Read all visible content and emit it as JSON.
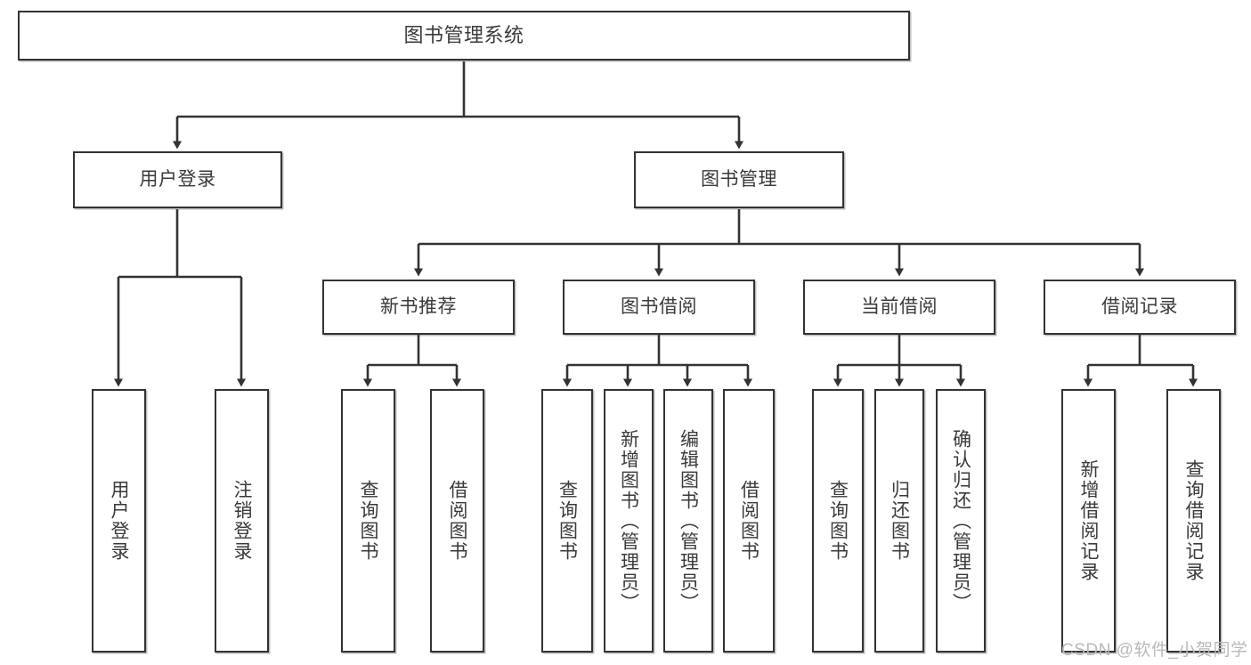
{
  "diagram": {
    "title": "图书管理系统",
    "type": "tree-hierarchy-chart",
    "root": {
      "label": "图书管理系统"
    },
    "level2": [
      {
        "label": "用户登录"
      },
      {
        "label": "图书管理"
      }
    ],
    "level3": [
      {
        "label": "新书推荐"
      },
      {
        "label": "图书借阅"
      },
      {
        "label": "当前借阅"
      },
      {
        "label": "借阅记录"
      }
    ],
    "leaves_user_login": [
      {
        "label": "用户登录"
      },
      {
        "label": "注销登录"
      }
    ],
    "leaves_new_book": [
      {
        "label": "查询图书"
      },
      {
        "label": "借阅图书"
      }
    ],
    "leaves_borrow": [
      {
        "label": "查询图书"
      },
      {
        "label": "新增图书（管理员）"
      },
      {
        "label": "编辑图书（管理员）"
      },
      {
        "label": "借阅图书"
      }
    ],
    "leaves_current": [
      {
        "label": "查询图书"
      },
      {
        "label": "归还图书"
      },
      {
        "label": "确认归还（管理员）"
      }
    ],
    "leaves_record": [
      {
        "label": "新增借阅记录"
      },
      {
        "label": "查询借阅记录"
      }
    ]
  },
  "watermark": {
    "text": "CSDN @软件_小贺同学"
  },
  "colors": {
    "border": "#333333",
    "text": "#3a3a3a",
    "background": "#ffffff",
    "watermark": "#b9b9b9"
  }
}
